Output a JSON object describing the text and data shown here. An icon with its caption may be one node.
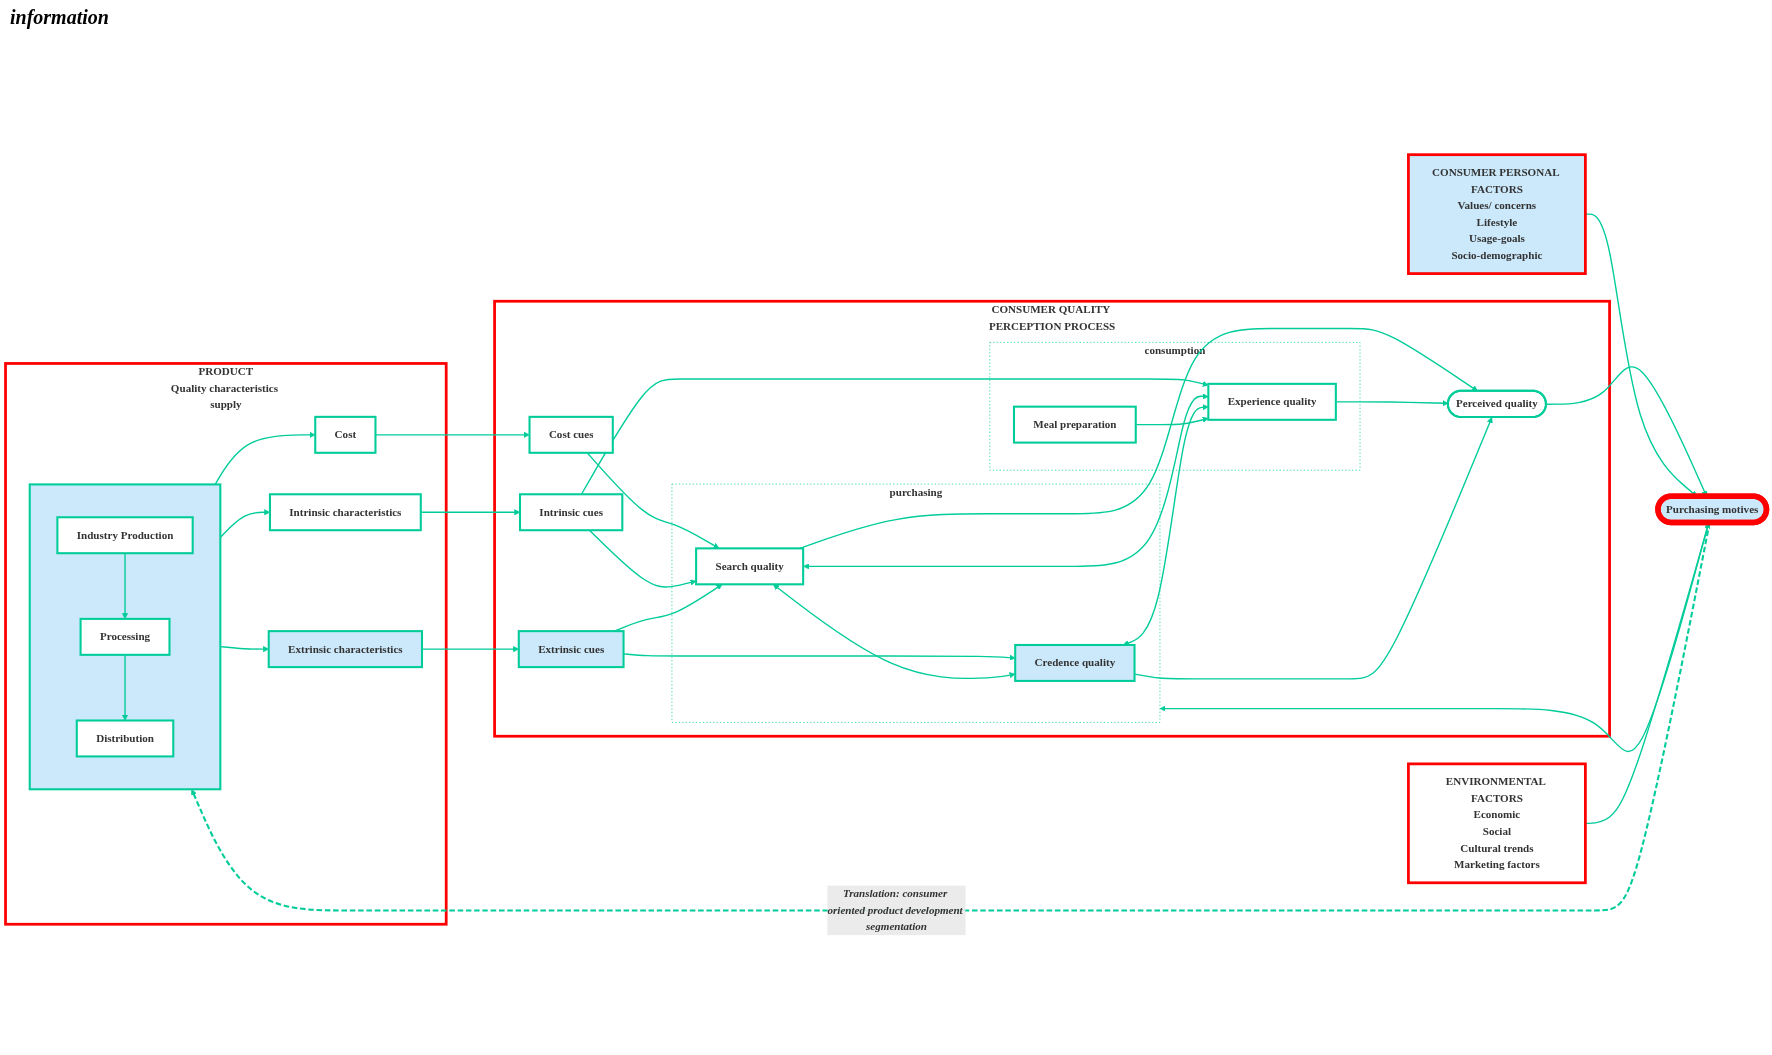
{
  "diagram": {
    "nodes": [
      {
        "text": [
          "PRODUCT",
          "Quality characteristics supply"
        ]
      },
      {
        "text": [],
        "shape": "box",
        "in": 0
      },
      {
        "text": [
          "Industry Production"
        ],
        "in": 1
      },
      {
        "text": [
          "Processing"
        ],
        "in": 1
      },
      {
        "text": [
          "Distribution"
        ],
        "in": 1
      },
      {
        "text": [
          "Cost"
        ],
        "in": 0
      },
      {
        "text": [
          "Intrinsic characteristics"
        ],
        "in": 0
      },
      {
        "text": [
          "Extrinsic characteristics"
        ],
        "in": 0
      },
      {
        "text": [
          "CONSUMER QUALITY PERCEPTION PROCESS"
        ]
      },
      {
        "text": [
          "Cost cues"
        ],
        "in": 8
      },
      {
        "text": [
          "Intrinsic cues"
        ],
        "in": 8
      },
      {
        "text": [
          "Extrinsic cues"
        ],
        "in": 8
      },
      {
        "text": [
          "purchasing"
        ],
        "in": 8
      },
      {
        "text": [
          "Search quality"
        ],
        "in": 12
      },
      {
        "text": [
          "Credence quality"
        ],
        "in": 12
      },
      {
        "text": [
          "consumption"
        ],
        "in": 8
      },
      {
        "text": [
          "Meal preparation"
        ],
        "in": 15
      },
      {
        "text": [
          "Experience quality"
        ],
        "in": 15
      },
      {
        "text": [
          "Perceived quality"
        ],
        "in": 8
      },
      {
        "text": [
          "Purchasing motives"
        ]
      },
      {
        "text": [
          "CONSUMER PERSONAL FACTORS",
          "Values/ concerns",
          "Lifestyle",
          "Usage-goals",
          "Socio-demographic"
        ]
      },
      {
        "text": [
          "ENVIRONMENTAL FACTORS",
          "Economic",
          "Social",
          "Cultural trends",
          "Marketing factors"
        ]
      }
    ],
    "edges": [
      {
        "from": 2,
        "to": 3,
        "arrow": "to"
      },
      {
        "from": 3,
        "to": 4,
        "arrow": "to"
      },
      {
        "from": 1,
        "to": 5,
        "arrow": "to"
      },
      {
        "from": 1,
        "to": 6,
        "arrow": "to"
      },
      {
        "from": 1,
        "to": 7,
        "arrow": "to"
      },
      {
        "from": 5,
        "to": 9,
        "arrow": "to"
      },
      {
        "from": 6,
        "to": 10,
        "arrow": "to"
      },
      {
        "from": 7,
        "to": 11,
        "arrow": "to"
      },
      {
        "from": 9,
        "to": 13,
        "arrow": "to"
      },
      {
        "from": 10,
        "to": 13,
        "arrow": "to"
      },
      {
        "from": 11,
        "to": 13,
        "arrow": "to"
      },
      {
        "from": 10,
        "to": 17,
        "arrow": "to"
      },
      {
        "from": 11,
        "to": 14,
        "arrow": "to"
      },
      {
        "from": 13,
        "to": 14,
        "arrow": "both"
      },
      {
        "from": 13,
        "to": 17,
        "arrow": "both"
      },
      {
        "from": 14,
        "to": 17,
        "arrow": "both"
      },
      {
        "from": 16,
        "to": 17,
        "arrow": "to"
      },
      {
        "from": 13,
        "to": 18,
        "arrow": "to"
      },
      {
        "from": 17,
        "to": 18,
        "arrow": "to"
      },
      {
        "from": 14,
        "to": 18,
        "arrow": "to"
      },
      {
        "from": 18,
        "to": 19,
        "arrow": "to"
      },
      {
        "from": 19,
        "to": 12,
        "arrow": "to"
      },
      {
        "from": 19,
        "to": 1,
        "arrow": "to",
        "style": "dashed",
        "label": "Translation: consumer oriented product development segmentation"
      },
      {
        "from": 20,
        "to": 19,
        "arrow": "to"
      },
      {
        "from": 21,
        "to": 19,
        "arrow": "to"
      }
    ],
    "labels": [
      "information"
    ]
  }
}
